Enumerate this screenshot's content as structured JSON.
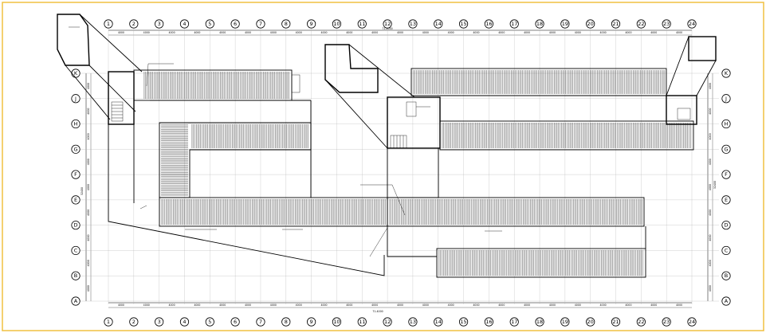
{
  "drawing": {
    "border_color": "#f0c040",
    "line_color": "#000000",
    "top_dim_total": "71-4000",
    "bottom_dim_total": "71-4000",
    "left_dim_total": "32400",
    "right_dim_total": "32400",
    "bay_dim": "4000",
    "row_dim": "4000"
  },
  "grid": {
    "columns": [
      "1",
      "2",
      "3",
      "4",
      "5",
      "6",
      "7",
      "8",
      "9",
      "10",
      "11",
      "12",
      "13",
      "14",
      "15",
      "16",
      "17",
      "18",
      "19",
      "20",
      "21",
      "22",
      "23",
      "24"
    ],
    "rows": [
      "K",
      "J",
      "H",
      "G",
      "F",
      "E",
      "D",
      "C",
      "B",
      "A"
    ]
  }
}
